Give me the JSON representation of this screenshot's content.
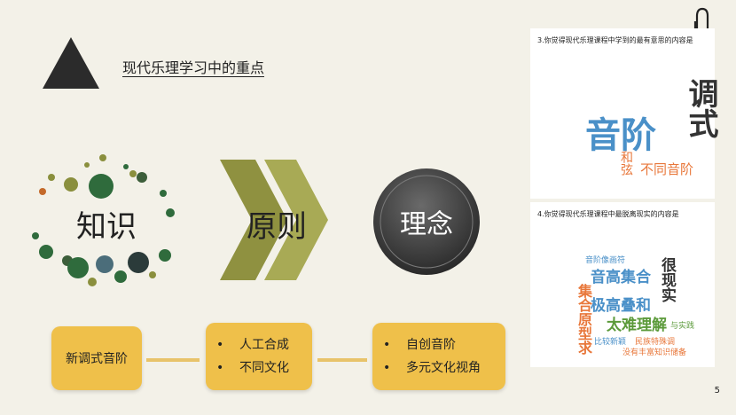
{
  "title": "现代乐理学习中的重点",
  "labels": {
    "knowledge": "知识",
    "principle": "原则",
    "concept": "理念"
  },
  "boxes": {
    "box1": "新调式音阶",
    "box2": {
      "bullet": "•",
      "items": [
        "人工合成",
        "不同文化"
      ]
    },
    "box3": {
      "bullet": "•",
      "items": [
        "自创音阶",
        "多元文化视角"
      ]
    }
  },
  "panel1": {
    "question": "3.你觉得现代乐理课程中学到的最有意思的内容是",
    "words": [
      {
        "text": "调式",
        "color": "#333333"
      },
      {
        "text": "音阶",
        "color": "#4a90c8"
      },
      {
        "text": "不同音阶",
        "color": "#e8773a"
      },
      {
        "text": "和弦",
        "color": "#e8773a"
      }
    ]
  },
  "panel2": {
    "question": "4.你觉得现代乐理课程中最脱离现实的内容是",
    "words": [
      {
        "text": "音高集合",
        "color": "#4a90c8"
      },
      {
        "text": "很现实",
        "color": "#333333"
      },
      {
        "text": "极高叠和",
        "color": "#4a90c8"
      },
      {
        "text": "集合原型求",
        "color": "#e8773a"
      },
      {
        "text": "太难理解",
        "color": "#5b9a3a"
      },
      {
        "text": "没有丰富知识储备",
        "color": "#e8773a"
      },
      {
        "text": "比较新颖",
        "color": "#4a90c8"
      },
      {
        "text": "民族特殊调",
        "color": "#e8773a"
      },
      {
        "text": "与实践",
        "color": "#5b9a3a"
      },
      {
        "text": "音阶像画符",
        "color": "#4a90c8"
      }
    ]
  },
  "page_number": "5"
}
